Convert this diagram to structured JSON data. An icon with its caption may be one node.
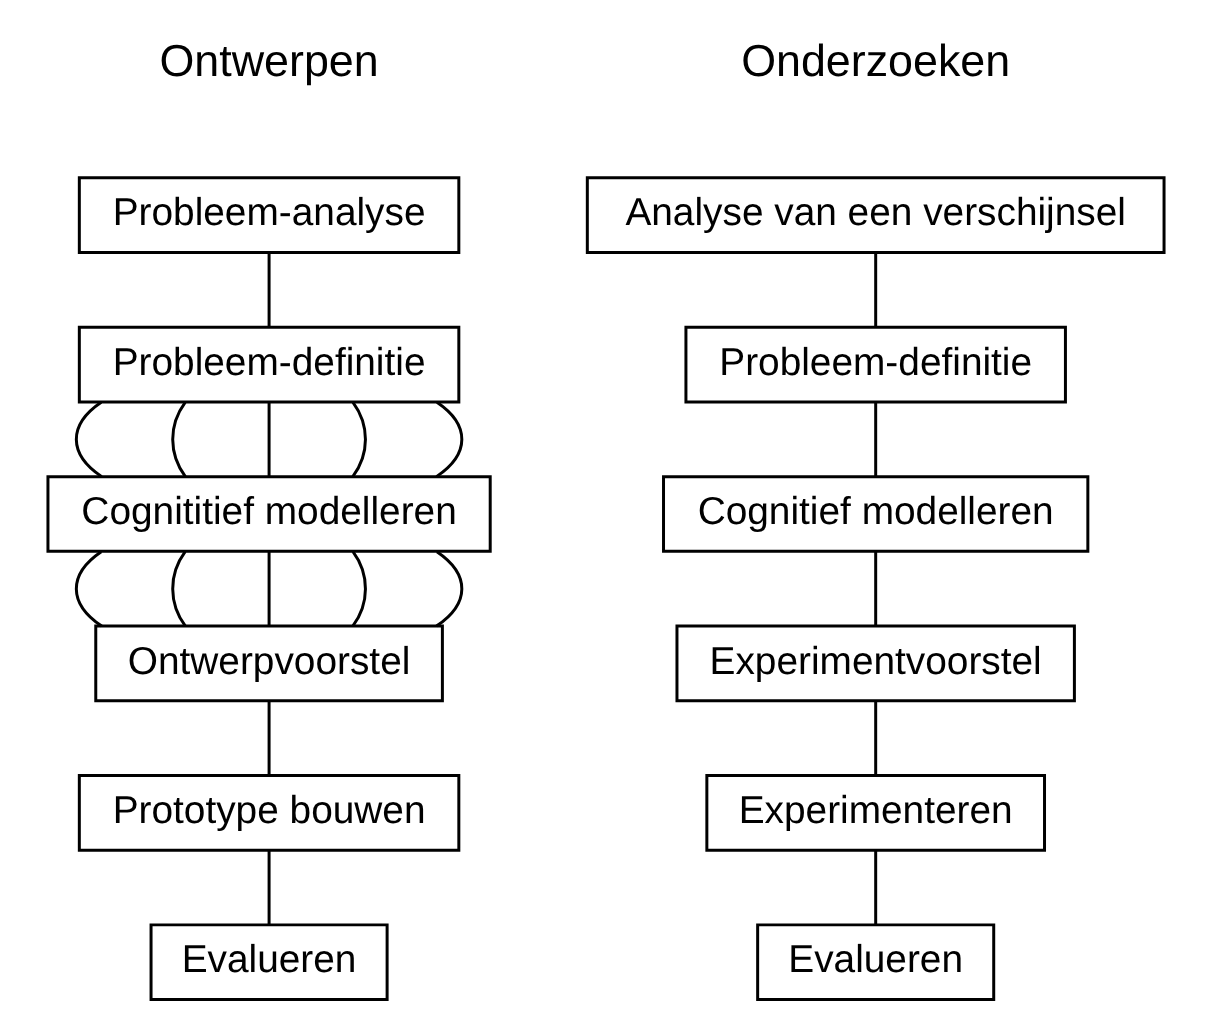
{
  "diagram": {
    "nodes": [
      {
        "text": [
          "Probleem-analyse"
        ]
      },
      {
        "text": [
          "Probleem-definitie"
        ]
      },
      {
        "text": [
          "Cognititief modelleren"
        ]
      },
      {
        "text": [
          "Ontwerpvoorstel"
        ]
      },
      {
        "text": [
          "Prototype bouwen"
        ]
      },
      {
        "text": [
          "Evalueren"
        ]
      },
      {
        "text": [
          "Analyse van een verschijnsel"
        ]
      },
      {
        "text": [
          "Probleem-definitie"
        ]
      },
      {
        "text": [
          "Cognitief modelleren"
        ]
      },
      {
        "text": [
          "Experimentvoorstel"
        ]
      },
      {
        "text": [
          "Experimenteren"
        ]
      },
      {
        "text": [
          "Evalueren"
        ]
      }
    ],
    "edges": [
      {
        "from": 0,
        "to": 1,
        "arrow": "none"
      },
      {
        "from": 1,
        "to": 2,
        "arrow": "none"
      },
      {
        "from": 1,
        "to": 2,
        "arrow": "none"
      },
      {
        "from": 1,
        "to": 2,
        "arrow": "none"
      },
      {
        "from": 1,
        "to": 2,
        "arrow": "none"
      },
      {
        "from": 1,
        "to": 2,
        "arrow": "none"
      },
      {
        "from": 2,
        "to": 3,
        "arrow": "none"
      },
      {
        "from": 2,
        "to": 3,
        "arrow": "none"
      },
      {
        "from": 2,
        "to": 3,
        "arrow": "none"
      },
      {
        "from": 2,
        "to": 3,
        "arrow": "none"
      },
      {
        "from": 2,
        "to": 3,
        "arrow": "none"
      },
      {
        "from": 3,
        "to": 4,
        "arrow": "none"
      },
      {
        "from": 4,
        "to": 5,
        "arrow": "none"
      },
      {
        "from": 6,
        "to": 7,
        "arrow": "none"
      },
      {
        "from": 7,
        "to": 8,
        "arrow": "none"
      },
      {
        "from": 8,
        "to": 9,
        "arrow": "none"
      },
      {
        "from": 9,
        "to": 10,
        "arrow": "none"
      },
      {
        "from": 10,
        "to": 11,
        "arrow": "none"
      }
    ],
    "labels": [
      "Ontwerpen",
      "Onderzoeken"
    ]
  }
}
